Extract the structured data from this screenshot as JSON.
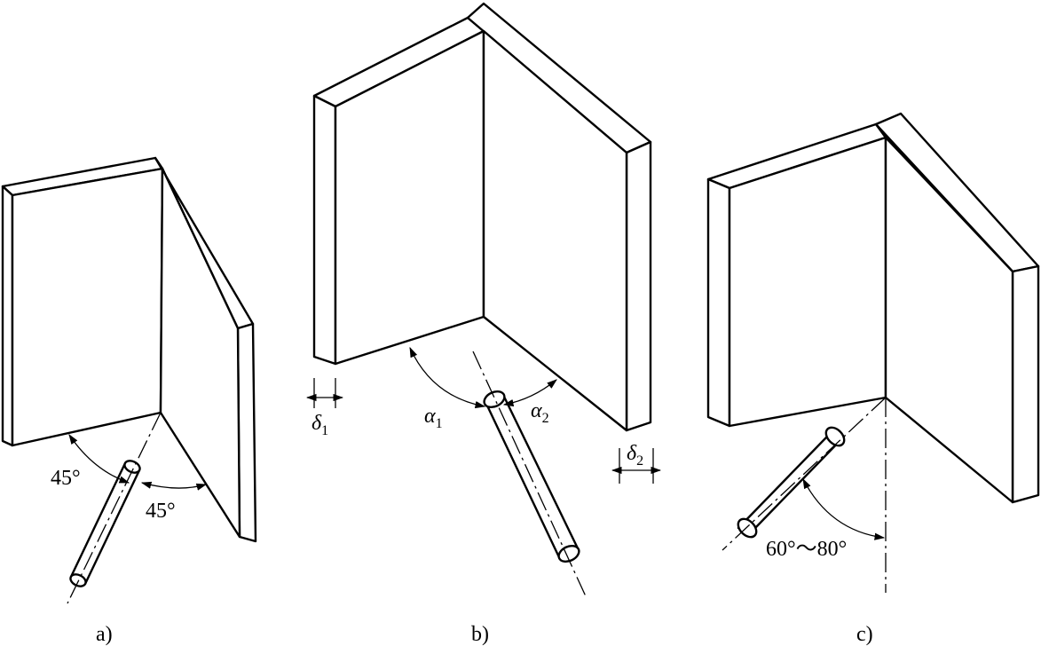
{
  "panels": [
    {
      "caption": "a)",
      "angle_left": "45°",
      "angle_right": "45°"
    },
    {
      "caption": "b)",
      "alpha1": "α",
      "alpha1_sub": "1",
      "alpha2": "α",
      "alpha2_sub": "2",
      "delta1": "δ",
      "delta1_sub": "1",
      "delta2": "δ",
      "delta2_sub": "2"
    },
    {
      "caption": "c)",
      "angle_range": "60°～80°"
    }
  ]
}
